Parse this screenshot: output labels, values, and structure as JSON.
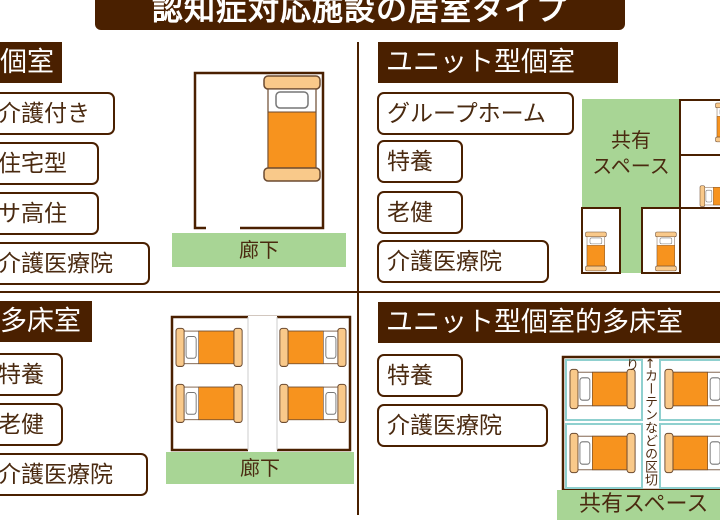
{
  "title": "認知症対応施設の居室タイプ",
  "sections": {
    "private_room": {
      "header": "個室",
      "facilities": [
        "介護付き",
        "住宅型",
        "サ高住",
        "介護医療院"
      ],
      "corridor": "廊下"
    },
    "unit_private_room": {
      "header": "ユニット型個室",
      "facilities": [
        "グループホーム",
        "特養",
        "老健",
        "介護医療院"
      ],
      "common_space": "共有\nスペース"
    },
    "multi_bed_room": {
      "header": "多床室",
      "facilities": [
        "特養",
        "老健",
        "介護医療院"
      ],
      "corridor": "廊下"
    },
    "unit_multi_bed_room": {
      "header": "ユニット型個室的多床室",
      "facilities": [
        "特養",
        "介護医療院"
      ],
      "partition_note": "←カーテンなどの区切り",
      "common_space": "共有スペース"
    }
  },
  "colors": {
    "brown": "#4a2000",
    "corridor_green": "#a8d595",
    "mattress_orange": "#f7931e",
    "frame_peach": "#f9c98a",
    "partition_teal": "#8fd0cf"
  }
}
